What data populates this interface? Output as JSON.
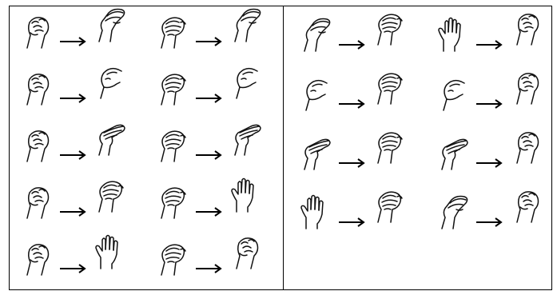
{
  "figure": {
    "left_panel": {
      "rows": [
        [
          {
            "from": "fist",
            "to": "flat-o"
          },
          {
            "from": "claw",
            "to": "flat-o"
          }
        ],
        [
          {
            "from": "fist",
            "to": "c-shape"
          },
          {
            "from": "claw",
            "to": "c-shape"
          }
        ],
        [
          {
            "from": "fist",
            "to": "bent-flat"
          },
          {
            "from": "claw",
            "to": "bent-flat"
          }
        ],
        [
          {
            "from": "fist",
            "to": "claw"
          },
          {
            "from": "claw",
            "to": "open-palm"
          }
        ],
        [
          {
            "from": "fist",
            "to": "open-palm"
          },
          {
            "from": "claw",
            "to": "fist"
          }
        ]
      ]
    },
    "right_panel": {
      "rows": [
        [
          {
            "from": "flat-o",
            "to": "claw"
          },
          {
            "from": "open-palm",
            "to": "fist"
          }
        ],
        [
          {
            "from": "c-shape",
            "to": "claw"
          },
          {
            "from": "c-shape",
            "to": "fist"
          }
        ],
        [
          {
            "from": "bent-flat",
            "to": "claw"
          },
          {
            "from": "bent-flat",
            "to": "fist"
          }
        ],
        [
          {
            "from": "open-palm",
            "to": "claw"
          },
          {
            "from": "flat-o",
            "to": "fist"
          }
        ]
      ]
    },
    "arrow_symbol": "right-arrow",
    "hand_icon_names": {
      "fist": "fist-hand-icon",
      "claw": "claw-hand-icon",
      "flat-o": "flat-o-hand-icon",
      "c-shape": "c-shape-hand-icon",
      "bent-flat": "bent-flat-hand-icon",
      "open-palm": "open-palm-hand-icon"
    }
  }
}
